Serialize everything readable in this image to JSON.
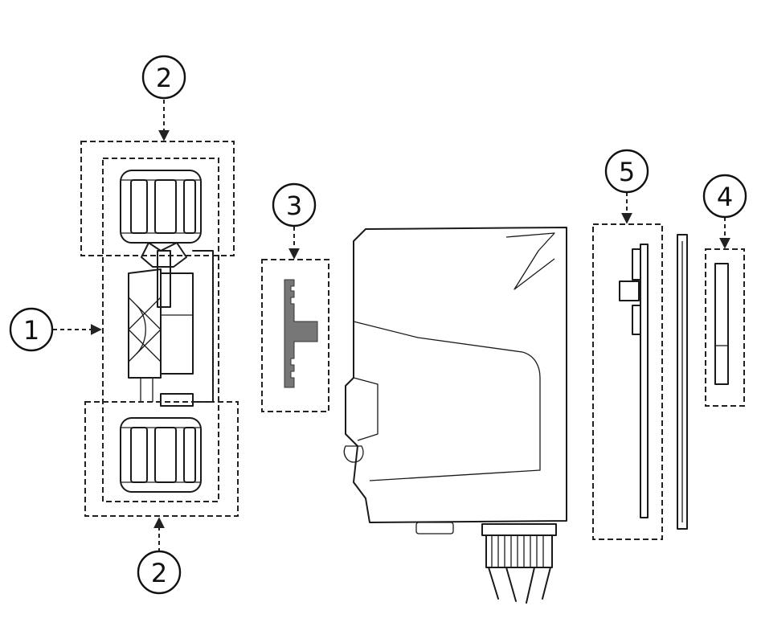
{
  "callouts": {
    "c1": "1",
    "c2_top": "2",
    "c2_bottom": "2",
    "c3": "3",
    "c4": "4",
    "c5": "5"
  }
}
